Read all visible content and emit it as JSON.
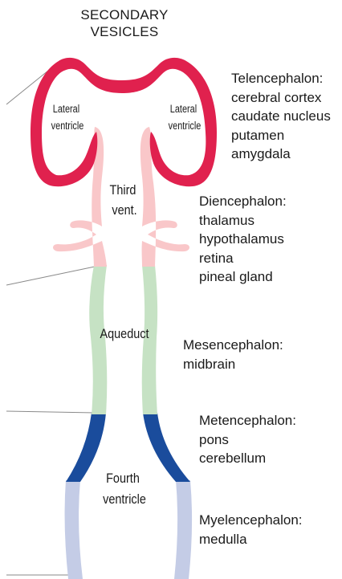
{
  "title": [
    "SECONDARY",
    "VESICLES"
  ],
  "vesicle_labels": {
    "lateral_ventricle_left": [
      "Lateral",
      "ventricle"
    ],
    "lateral_ventricle_right": [
      "Lateral",
      "ventricle"
    ],
    "third_ventricle": [
      "Third",
      "vent."
    ],
    "aqueduct": [
      "Aqueduct"
    ],
    "fourth_ventricle": [
      "Fourth",
      "ventricle"
    ]
  },
  "regions": [
    {
      "name": "Telencephalon:",
      "parts": [
        "cerebral cortex",
        "caudate nucleus",
        "putamen",
        "amygdala"
      ]
    },
    {
      "name": "Diencephalon:",
      "parts": [
        "thalamus",
        "hypothalamus",
        "retina",
        "pineal gland"
      ]
    },
    {
      "name": "Mesencephalon:",
      "parts": [
        "midbrain"
      ]
    },
    {
      "name": "Metencephalon:",
      "parts": [
        "pons",
        "cerebellum"
      ]
    },
    {
      "name": "Myelencephalon:",
      "parts": [
        "medulla"
      ]
    }
  ],
  "colors": {
    "telencephalon": "#e0214e",
    "diencephalon": "#f9c7c9",
    "mesencephalon": "#c6e2c4",
    "metencephalon": "#1a4c9c",
    "myelencephalon": "#c4cce6",
    "outline": "#8a8a8a"
  }
}
